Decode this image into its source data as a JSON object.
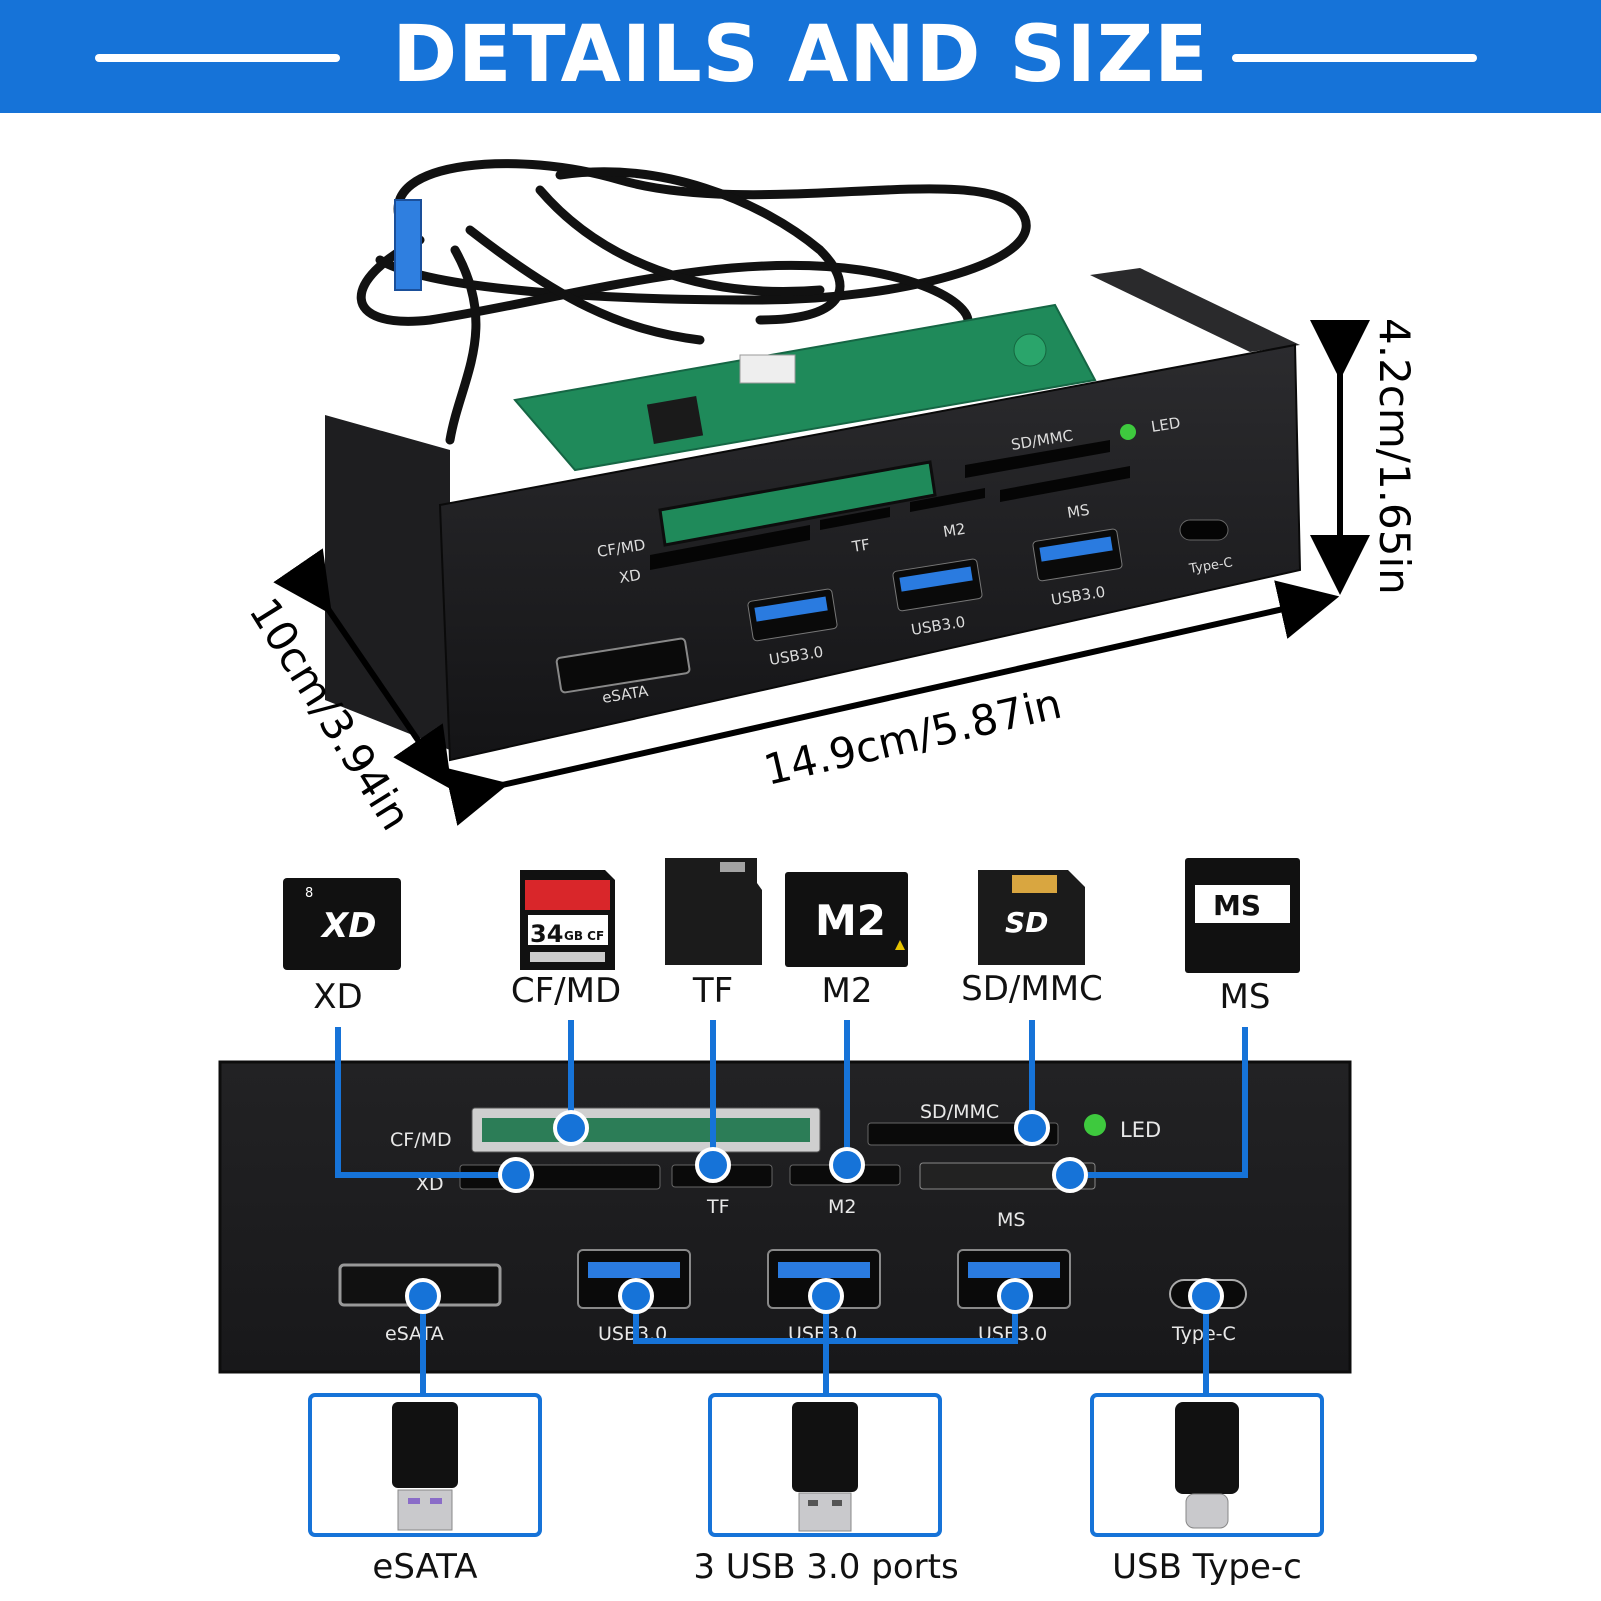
{
  "header": {
    "title": "DETAILS AND SIZE"
  },
  "colors": {
    "brand_blue": "#1673d8",
    "panel": "#1c1c1e",
    "pcb_green": "#1f8a5a",
    "usb_blue": "#2a7be0",
    "led_green": "#3ec93e"
  },
  "dimensions": {
    "height": "4.2cm/1.65in",
    "width": "14.9cm/5.87in",
    "depth": "10cm/3.94in"
  },
  "product_photo": {
    "labels": {
      "cf_md": "CF/MD",
      "xd": "XD",
      "tf": "TF",
      "m2": "M2",
      "sd_mmc": "SD/MMC",
      "ms": "MS",
      "led": "LED",
      "type_c": "Type-C",
      "usb_1": "USB3.0",
      "usb_2": "USB3.0",
      "usb_3": "USB3.0",
      "esata": "eSATA"
    }
  },
  "cards": [
    {
      "name": "XD",
      "face": "XD"
    },
    {
      "name": "CF/MD",
      "face": "34",
      "sub": "GB CF"
    },
    {
      "name": "TF",
      "face": ""
    },
    {
      "name": "M2",
      "face": "M2"
    },
    {
      "name": "SD/MMC",
      "face": "SD"
    },
    {
      "name": "MS",
      "face": "MS"
    }
  ],
  "panel": {
    "labels": {
      "cf_md": "CF/MD",
      "xd": "XD",
      "tf": "TF",
      "m2": "M2",
      "sd_mmc": "SD/MMC",
      "ms": "MS",
      "led": "LED",
      "esata": "eSATA",
      "usb_1": "USB3.0",
      "usb_2": "USB3.0",
      "usb_3": "USB3.0",
      "type_c": "Type-C"
    }
  },
  "connectors": [
    {
      "caption": "eSATA"
    },
    {
      "caption": "3 USB 3.0 ports"
    },
    {
      "caption": "USB Type-c"
    }
  ]
}
